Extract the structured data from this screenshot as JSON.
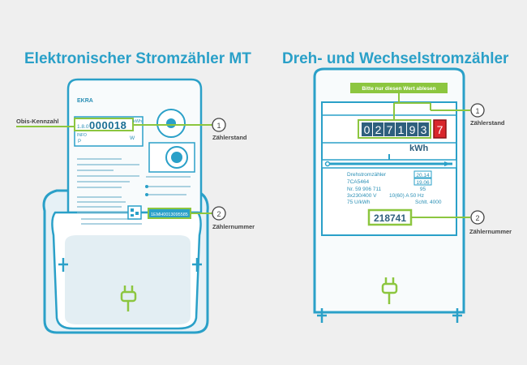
{
  "left": {
    "title": "Elektronischer Stromzähler MT",
    "brand": "EKRA",
    "obis_label": "Obis-Kennzahl",
    "display_code": "1.8.0",
    "display_reading": "000018",
    "display_unit": "kWh",
    "display_unit_small": "W",
    "display_info": "INFO",
    "display_p": "P",
    "zaehlerstand_label": "Zählerstand",
    "zaehlernummer_label": "Zählernummer",
    "serial": "1EMH0013095585",
    "badge1": "1",
    "badge2": "2"
  },
  "right": {
    "title": "Dreh- und Wechselstromzähler",
    "hint": "Bitte nur diesen Wert ablesen",
    "digits": [
      "0",
      "2",
      "7",
      "1",
      "9",
      "3"
    ],
    "red_digit": "7",
    "unit": "kWh",
    "type_name": "Drehstromzähler",
    "model": "7CA5464",
    "nr": "Nr. 59 906 711",
    "voltage": "3x230/400 V",
    "current": "10(60) A   50 Hz",
    "rev": "75 U/kWh",
    "year1": "20.14",
    "year2": "19.06",
    "num95": "95",
    "schalt": "Schlt. 4000",
    "meter_number": "218741",
    "zaehlerstand_label": "Zählerstand",
    "zaehlernummer_label": "Zählernummer",
    "badge1": "1",
    "badge2": "2"
  },
  "colors": {
    "outline": "#2aa0c8",
    "highlight": "#8cc63f",
    "red": "#d9262c",
    "bg": "#efefef"
  }
}
